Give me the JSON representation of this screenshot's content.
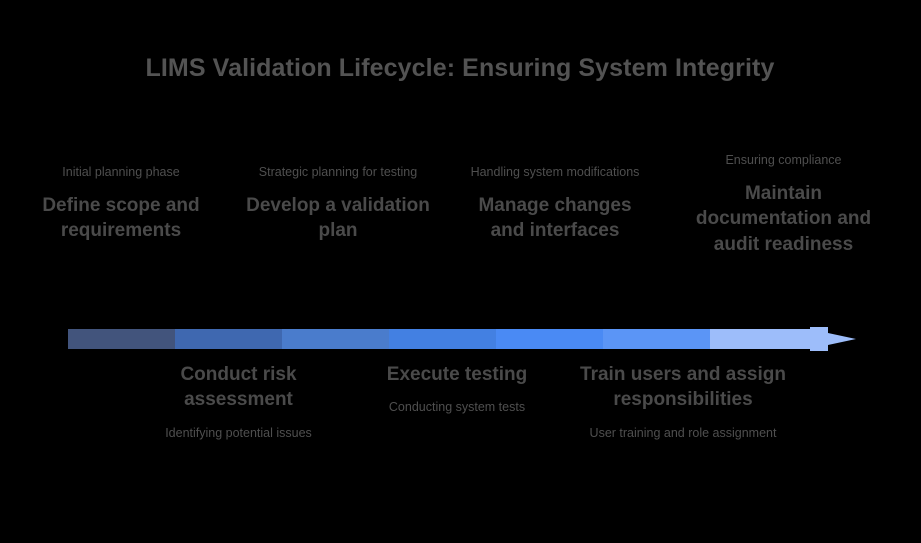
{
  "page": {
    "background_color": "#000000",
    "title": "LIMS Validation Lifecycle: Ensuring System Integrity",
    "title_color": "#535353",
    "headline_color": "#4a4a4a",
    "caption_color": "#4f4f4f"
  },
  "timeline": {
    "name": "lifecycle-arrow",
    "direction": "left-to-right",
    "segment_colors": [
      "#42547c",
      "#3f68b0",
      "#4a7ccc",
      "#4380e2",
      "#4a8af4",
      "#5b95f6",
      "#9dbdfa"
    ],
    "arrowhead_color": "#9dbdfa"
  },
  "stages": [
    {
      "index": 1,
      "position": "above",
      "caption": "Initial planning phase",
      "headline": "Define scope and requirements"
    },
    {
      "index": 2,
      "position": "below",
      "caption": "Identifying potential issues",
      "headline": "Conduct risk assessment"
    },
    {
      "index": 3,
      "position": "above",
      "caption": "Strategic planning for testing",
      "headline": "Develop a validation plan"
    },
    {
      "index": 4,
      "position": "below",
      "caption": "Conducting system tests",
      "headline": "Execute testing"
    },
    {
      "index": 5,
      "position": "above",
      "caption": "Handling system modifications",
      "headline": "Manage changes and interfaces"
    },
    {
      "index": 6,
      "position": "below",
      "caption": "User training and role assignment",
      "headline": "Train users and assign responsibilities"
    },
    {
      "index": 7,
      "position": "above",
      "caption": "Ensuring compliance",
      "headline": "Maintain documentation and audit readiness"
    }
  ]
}
